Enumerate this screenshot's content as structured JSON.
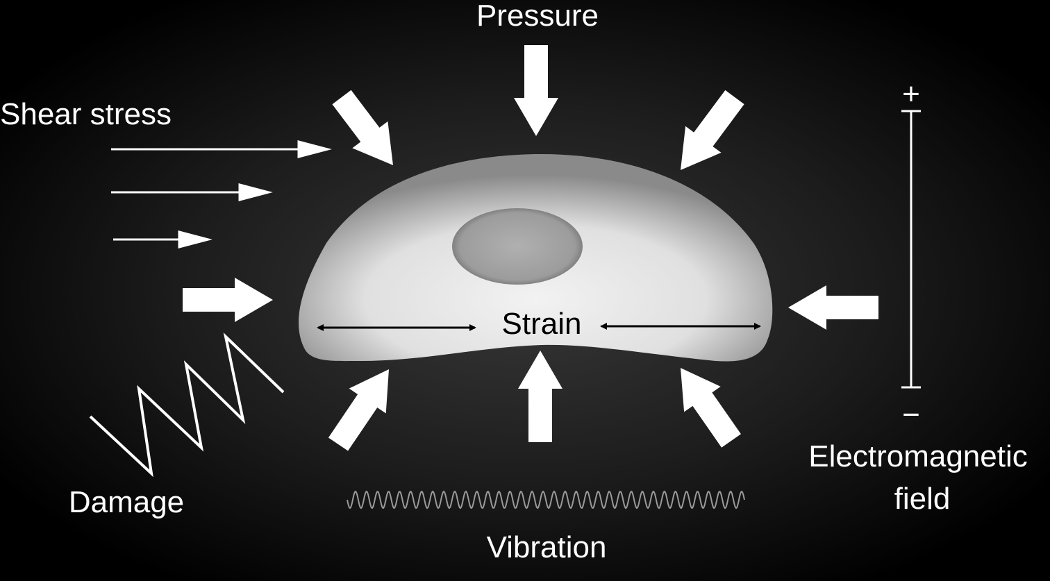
{
  "labels": {
    "pressure": "Pressure",
    "shear_stress": "Shear stress",
    "strain": "Strain",
    "damage": "Damage",
    "vibration": "Vibration",
    "em_line1": "Electromagnetic",
    "em_line2": "field",
    "plus": "+",
    "minus": "−"
  },
  "colors": {
    "background_center": "#333333",
    "background_edge": "#000000",
    "arrow": "#ffffff",
    "strain_arrow": "#000000",
    "vibration_wave": "#9a9a9a"
  }
}
